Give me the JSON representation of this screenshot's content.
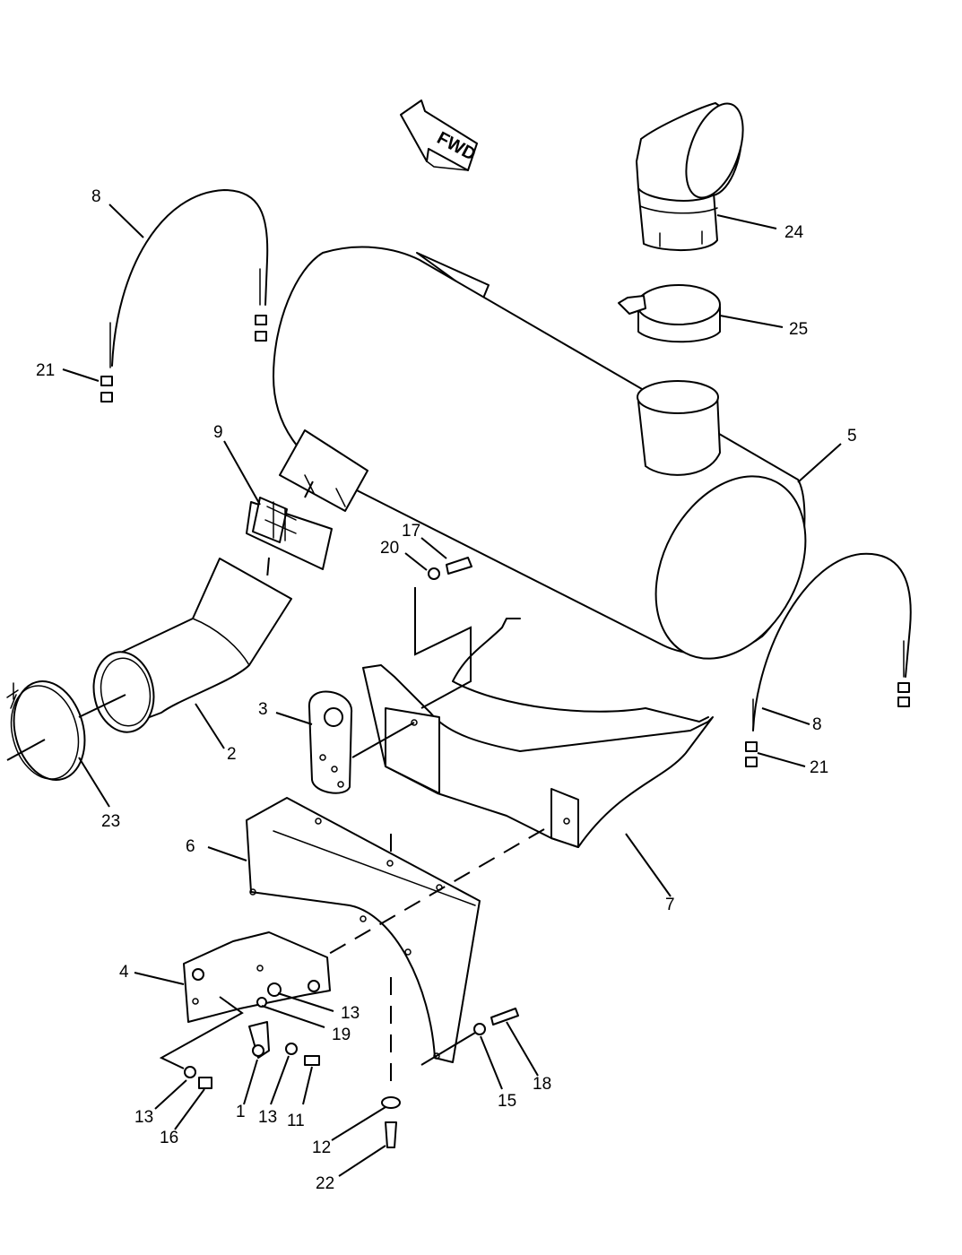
{
  "fwd_arrow": {
    "label": "FWD"
  },
  "callouts": {
    "c1": "1",
    "c2": "2",
    "c3": "3",
    "c4": "4",
    "c5": "5",
    "c6": "6",
    "c7": "7",
    "c8_left": "8",
    "c8_right": "8",
    "c9": "9",
    "c11": "11",
    "c12": "12",
    "c13_a": "13",
    "c13_b": "13",
    "c13_c": "13",
    "c15": "15",
    "c16": "16",
    "c17": "17",
    "c18": "18",
    "c19": "19",
    "c20": "20",
    "c21_left": "21",
    "c21_right": "21",
    "c22": "22",
    "c23": "23",
    "c24": "24",
    "c25": "25"
  }
}
